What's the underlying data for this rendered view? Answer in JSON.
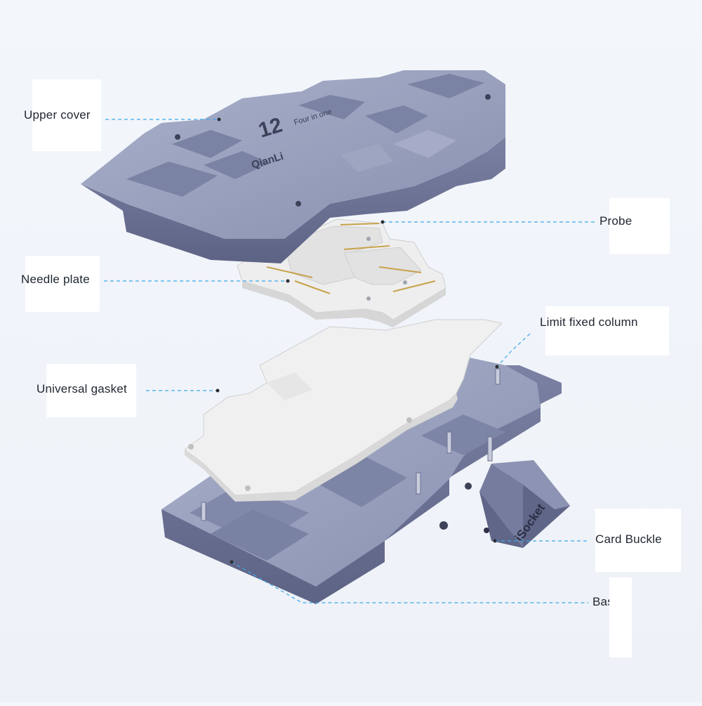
{
  "callouts": [
    {
      "id": "upper-cover",
      "label": "Upper cover"
    },
    {
      "id": "probe",
      "label": "Probe"
    },
    {
      "id": "needle-plate",
      "label": "Needle plate"
    },
    {
      "id": "limit-fixed-column",
      "label": "Limit fixed column"
    },
    {
      "id": "universal-gasket",
      "label": "Universal gasket"
    },
    {
      "id": "card-buckle",
      "label": "Card Buckle"
    },
    {
      "id": "base",
      "label": "Base"
    }
  ],
  "product": {
    "model_number": "12",
    "brand": "QianLi",
    "title_line": "Four in one",
    "buckle_text": "iSocket"
  },
  "colors": {
    "metal_top": "#9aa1bd",
    "metal_side": "#6f7698",
    "metal_dark": "#4f5574",
    "gasket": "#f2f2f2",
    "needle_plate": "#eaeaea",
    "probe_gold": "#c8a24a",
    "leader_line": "#3aa9e8",
    "label_text": "#1f2530"
  }
}
